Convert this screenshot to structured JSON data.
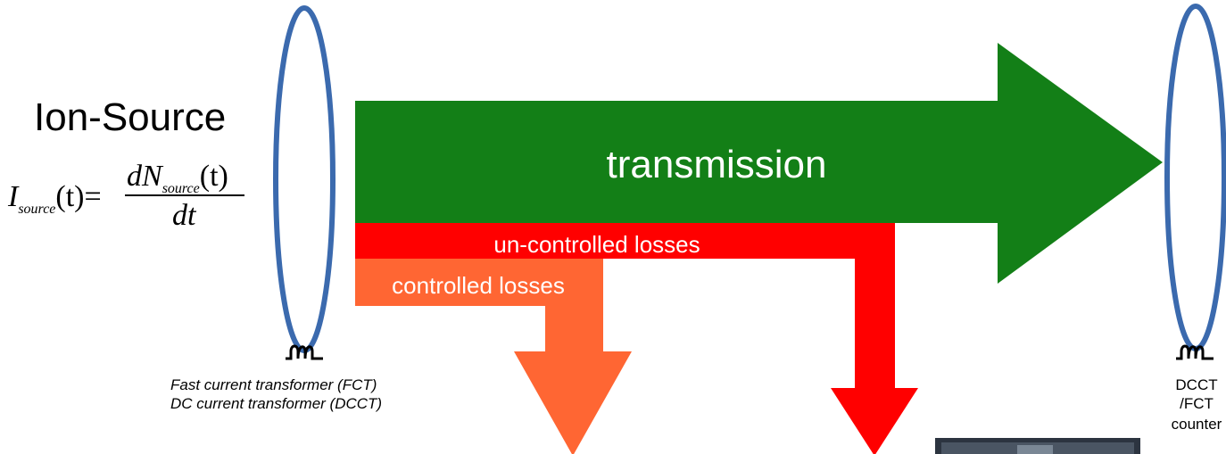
{
  "source_title": "Ion-Source",
  "formula": {
    "lhs_symbol": "I",
    "lhs_subscript": "source",
    "argument": "(t)",
    "equals": "=",
    "numerator_prefix": "dN",
    "numerator_subscript": "source",
    "numerator_argument": "(t)",
    "denominator": "dt"
  },
  "arrows": {
    "transmission": "transmission",
    "uncontrolled": "un-controlled losses",
    "controlled": "controlled losses"
  },
  "left_transformer": {
    "line1": "Fast current transformer (FCT)",
    "line2": "DC current transformer (DCCT)"
  },
  "right_transformer": {
    "line1": "DCCT",
    "line2": "/FCT",
    "line3": "counter"
  },
  "colors": {
    "transmission": "#137F17",
    "uncontrolled": "#FF0000",
    "controlled": "#FF6633",
    "ring": "#3B6AAE",
    "photo": "#2C3440"
  }
}
